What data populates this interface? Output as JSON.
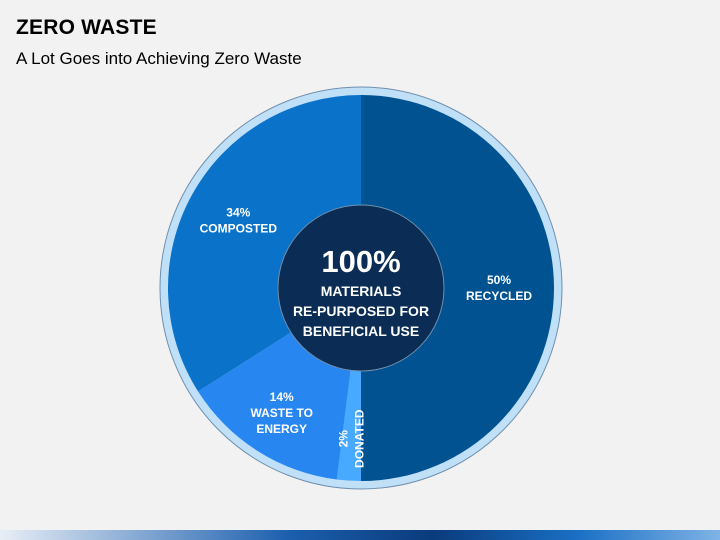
{
  "header": {
    "title": "ZERO WASTE",
    "subtitle": "A Lot Goes into Achieving Zero Waste"
  },
  "center": {
    "big": "100%",
    "lines": [
      "MATERIALS",
      "RE-PURPOSED FOR",
      "BENEFICIAL USE"
    ]
  },
  "colors": {
    "outer_ring": "#bfe0f7",
    "center_disc": "#0b2d55",
    "text": "#ffffff"
  },
  "chart_data": {
    "type": "pie",
    "categories": [
      "RECYCLED",
      "DONATED",
      "WASTE TO ENERGY",
      "COMPOSTED"
    ],
    "values": [
      50,
      2,
      14,
      34
    ],
    "unit": "%",
    "colors": [
      "#005291",
      "#47a9ff",
      "#2886f0",
      "#0a72c8"
    ],
    "slices": [
      {
        "pct": "50%",
        "label_lines": [
          "RECYCLED"
        ],
        "rotate": false
      },
      {
        "pct": "2%",
        "label_lines": [
          "DONATED"
        ],
        "rotate": true
      },
      {
        "pct": "14%",
        "label_lines": [
          "WASTE TO",
          "ENERGY"
        ],
        "rotate": false
      },
      {
        "pct": "34%",
        "label_lines": [
          "COMPOSTED"
        ],
        "rotate": false
      }
    ]
  }
}
